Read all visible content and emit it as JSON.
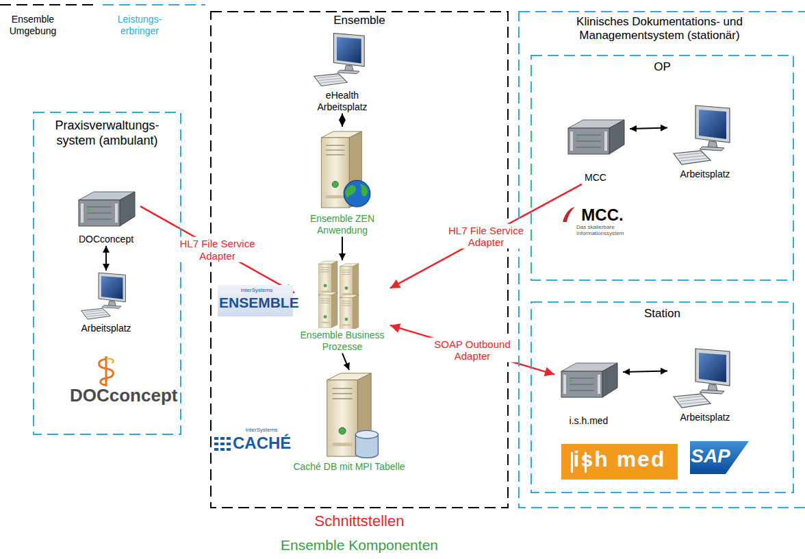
{
  "diagram": {
    "nodes": [
      {
        "text": [
          "Praxisverwaltungs- system (ambulant)"
        ]
      },
      {
        "text": [
          "DOCconcept"
        ],
        "in": 0
      },
      {
        "text": [
          "Arbeitsplatz"
        ],
        "in": 0
      },
      {
        "text": [
          "Ensemble"
        ]
      },
      {
        "text": [
          "eHealth Arbeitsplatz"
        ],
        "in": 3
      },
      {
        "text": [
          "Ensemble ZEN Anwendung"
        ],
        "in": 3
      },
      {
        "text": [
          "Ensemble Business Prozesse"
        ],
        "in": 3
      },
      {
        "text": [
          "Caché DB mit MPI Tabelle"
        ],
        "in": 3
      },
      {
        "text": [
          "Klinisches Dokumentations- und Managementsystem (stationär)"
        ]
      },
      {
        "text": [
          "OP"
        ],
        "in": 8
      },
      {
        "text": [
          "MCC"
        ],
        "in": 9
      },
      {
        "text": [
          "Arbeitsplatz"
        ],
        "in": 9
      },
      {
        "text": [
          "Station"
        ],
        "in": 8
      },
      {
        "text": [
          "i.s.h.med"
        ],
        "in": 12
      },
      {
        "text": [
          "Arbeitsplatz"
        ],
        "in": 12
      }
    ],
    "edges": [
      {
        "from": 1,
        "to": 2,
        "arrow": "both"
      },
      {
        "from": 4,
        "to": 5,
        "arrow": "both"
      },
      {
        "from": 5,
        "to": 6,
        "arrow": "to"
      },
      {
        "from": 6,
        "to": 7,
        "arrow": "to"
      },
      {
        "from": 1,
        "to": 6,
        "arrow": "to",
        "label": "HL7 File Service Adapter"
      },
      {
        "from": 10,
        "to": 6,
        "arrow": "to",
        "label": "HL7 File Service Adapter"
      },
      {
        "from": 6,
        "to": 13,
        "arrow": "both",
        "label": "SOAP Outbound Adapter"
      },
      {
        "from": 10,
        "to": 11,
        "arrow": "both"
      },
      {
        "from": 13,
        "to": 14,
        "arrow": "both"
      }
    ],
    "labels": [
      "DOCconcept",
      "InterSystems",
      "ENSEMBLE",
      "InterSystems",
      "CACHÉ",
      "MCC.",
      "Das skalierbare Informationssystem",
      "ish med",
      "SAP",
      "Schnittstellen",
      "Ensemble Komponenten"
    ],
    "legend": [
      {
        "text": "Ensemble Umgebung"
      },
      {
        "text": "Leistungs- erbringer"
      }
    ]
  }
}
